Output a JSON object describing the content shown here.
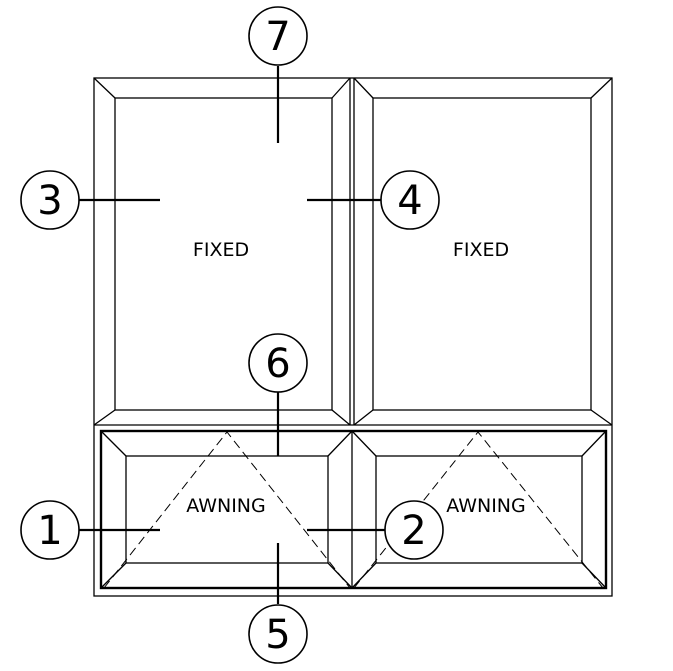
{
  "panes": {
    "top_left": "FIXED",
    "top_right": "FIXED",
    "bottom_left": "AWNING",
    "bottom_right": "AWNING"
  },
  "callouts": {
    "c1": "1",
    "c2": "2",
    "c3": "3",
    "c4": "4",
    "c5": "5",
    "c6": "6",
    "c7": "7"
  }
}
